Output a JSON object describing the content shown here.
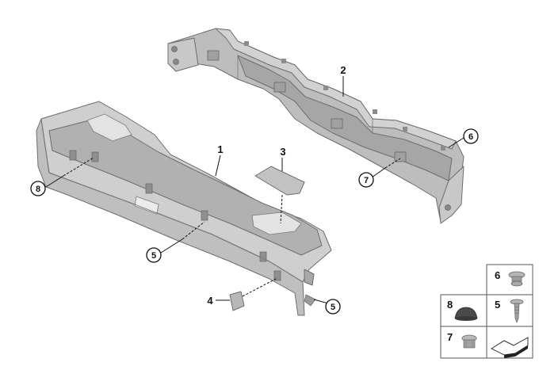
{
  "callouts": {
    "c1": "1",
    "c2": "2",
    "c3": "3",
    "c4": "4",
    "c5a": "5",
    "c5b": "5",
    "c6": "6",
    "c7": "7",
    "c8": "8"
  },
  "legend": {
    "box6": "6",
    "box5": "5",
    "box8": "8",
    "box7": "7"
  },
  "colors": {
    "part_fill": "#bdbdbd",
    "part_dark": "#9a9a9a",
    "part_light": "#d4d4d4",
    "outline": "#6d6d6d"
  }
}
